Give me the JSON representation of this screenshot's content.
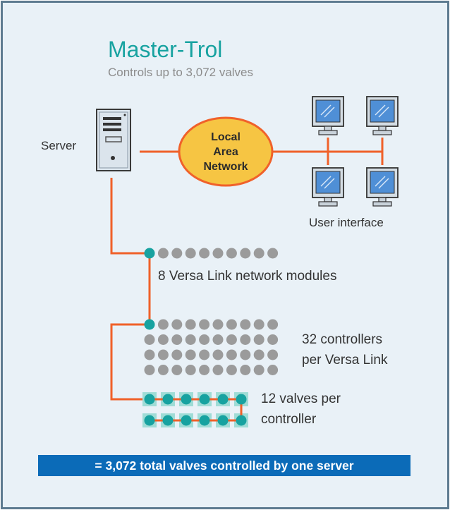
{
  "title": "Master-Trol",
  "subtitle": "Controls up to 3,072 valves",
  "server_label": "Server",
  "lan_lines": [
    "Local",
    "Area",
    "Network"
  ],
  "ui_label": "User interface",
  "versalink_label": "8 Versa Link network modules",
  "controllers_lines": [
    "32 controllers",
    "per Versa Link"
  ],
  "valves_lines": [
    "12 valves per",
    "controller"
  ],
  "banner": "= 3,072 total valves controlled by one server",
  "colors": {
    "teal": "#17a2a0",
    "line_orange": "#f0612a",
    "dot_gray": "#9b9b9b",
    "lan_fill": "#f6c543",
    "banner_blue": "#0b6bb8",
    "background": "#e9f1f7"
  },
  "icons": [
    "server-icon",
    "monitor-icon",
    "lan-ellipse",
    "valve-chain"
  ]
}
